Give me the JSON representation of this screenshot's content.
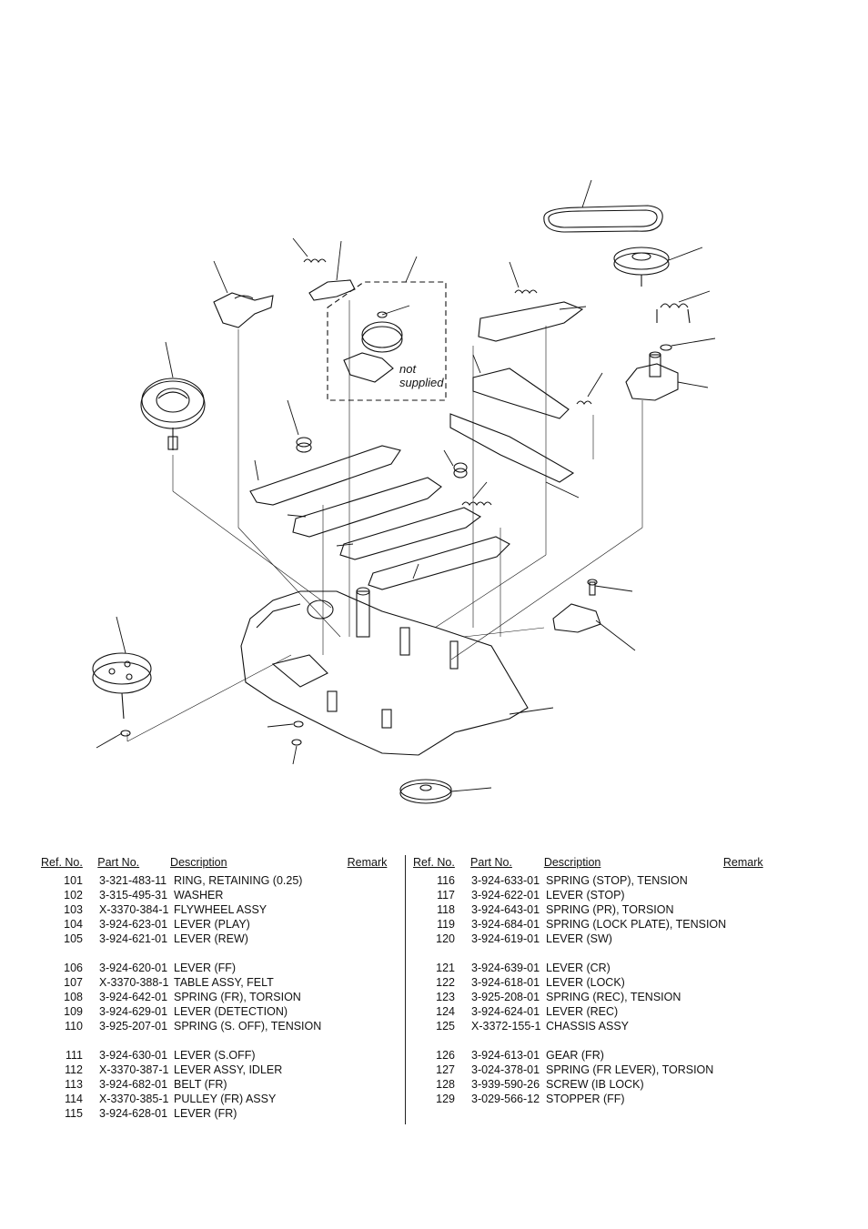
{
  "diagram": {
    "title": "",
    "note_lines": [
      "not",
      "supplied"
    ]
  },
  "columns": {
    "ref": "Ref. No.",
    "part": "Part No.",
    "desc": "Description",
    "remark": "Remark"
  },
  "left_groups": [
    [
      {
        "ref": "101",
        "part": "3-321-483-11",
        "desc": "RING, RETAINING (0.25)"
      },
      {
        "ref": "102",
        "part": "3-315-495-31",
        "desc": "WASHER"
      },
      {
        "ref": "103",
        "part": "X-3370-384-1",
        "desc": "FLYWHEEL ASSY"
      },
      {
        "ref": "104",
        "part": "3-924-623-01",
        "desc": "LEVER (PLAY)"
      },
      {
        "ref": "105",
        "part": "3-924-621-01",
        "desc": "LEVER (REW)"
      }
    ],
    [
      {
        "ref": "106",
        "part": "3-924-620-01",
        "desc": "LEVER (FF)"
      },
      {
        "ref": "107",
        "part": "X-3370-388-1",
        "desc": "TABLE ASSY, FELT"
      },
      {
        "ref": "108",
        "part": "3-924-642-01",
        "desc": "SPRING (FR), TORSION"
      },
      {
        "ref": "109",
        "part": "3-924-629-01",
        "desc": "LEVER (DETECTION)"
      },
      {
        "ref": "110",
        "part": "3-925-207-01",
        "desc": "SPRING (S. OFF), TENSION"
      }
    ],
    [
      {
        "ref": "111",
        "part": "3-924-630-01",
        "desc": "LEVER (S.OFF)"
      },
      {
        "ref": "112",
        "part": "X-3370-387-1",
        "desc": "LEVER ASSY, IDLER"
      },
      {
        "ref": "113",
        "part": "3-924-682-01",
        "desc": "BELT (FR)"
      },
      {
        "ref": "114",
        "part": "X-3370-385-1",
        "desc": "PULLEY (FR) ASSY"
      },
      {
        "ref": "115",
        "part": "3-924-628-01",
        "desc": "LEVER (FR)"
      }
    ]
  ],
  "right_groups": [
    [
      {
        "ref": "116",
        "part": "3-924-633-01",
        "desc": "SPRING (STOP), TENSION"
      },
      {
        "ref": "117",
        "part": "3-924-622-01",
        "desc": "LEVER (STOP)"
      },
      {
        "ref": "118",
        "part": "3-924-643-01",
        "desc": "SPRING (PR), TORSION"
      },
      {
        "ref": "119",
        "part": "3-924-684-01",
        "desc": "SPRING (LOCK PLATE), TENSION"
      },
      {
        "ref": "120",
        "part": "3-924-619-01",
        "desc": "LEVER (SW)"
      }
    ],
    [
      {
        "ref": "121",
        "part": "3-924-639-01",
        "desc": "LEVER (CR)"
      },
      {
        "ref": "122",
        "part": "3-924-618-01",
        "desc": "LEVER (LOCK)"
      },
      {
        "ref": "123",
        "part": "3-925-208-01",
        "desc": "SPRING (REC), TENSION"
      },
      {
        "ref": "124",
        "part": "3-924-624-01",
        "desc": "LEVER (REC)"
      },
      {
        "ref": "125",
        "part": "X-3372-155-1",
        "desc": "CHASSIS ASSY"
      }
    ],
    [
      {
        "ref": "126",
        "part": "3-924-613-01",
        "desc": "GEAR (FR)"
      },
      {
        "ref": "127",
        "part": "3-024-378-01",
        "desc": "SPRING (FR LEVER), TORSION"
      },
      {
        "ref": "128",
        "part": "3-939-590-26",
        "desc": "SCREW (IB LOCK)"
      },
      {
        "ref": "129",
        "part": "3-029-566-12",
        "desc": "STOPPER (FF)"
      }
    ]
  ]
}
